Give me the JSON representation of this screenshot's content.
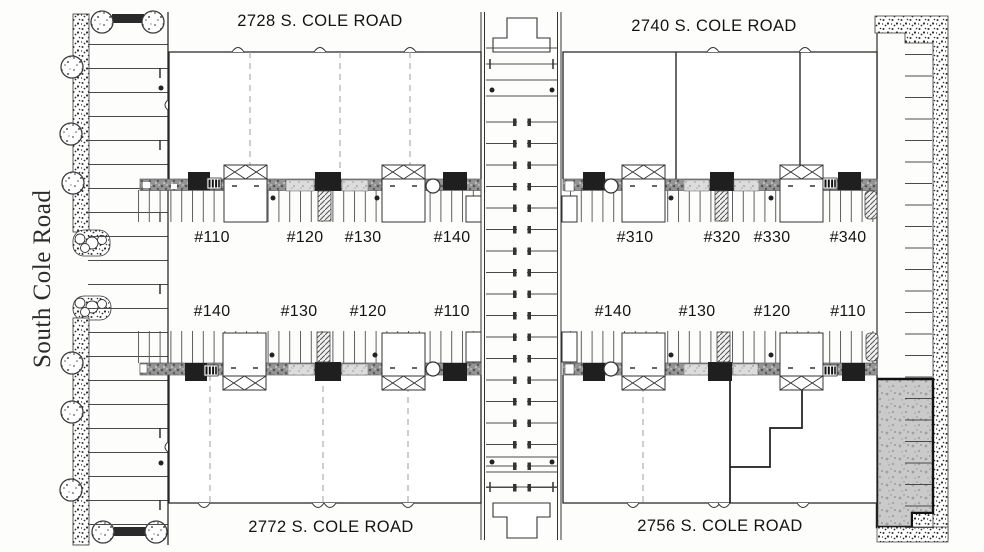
{
  "road": {
    "label": "South Cole Road"
  },
  "buildings": [
    {
      "address": "2728 S. COLE ROAD",
      "units": [
        "#110",
        "#120",
        "#130",
        "#140"
      ]
    },
    {
      "address": "2740 S. COLE ROAD",
      "units": [
        "#310",
        "#320",
        "#330",
        "#340"
      ]
    },
    {
      "address": "2772 S. COLE ROAD",
      "units": [
        "#140",
        "#130",
        "#120",
        "#110"
      ]
    },
    {
      "address": "2756 S. COLE ROAD",
      "units": [
        "#140",
        "#130",
        "#120",
        "#110"
      ]
    }
  ],
  "colors": {
    "ink": "#2a2a2a",
    "walkway_band_gray": "#949494",
    "patio_gray": "#dcdcdc",
    "door_black": "#1f1f1f",
    "concrete_pad_gray": "#cacaca",
    "paper": "#fdfdfc"
  }
}
